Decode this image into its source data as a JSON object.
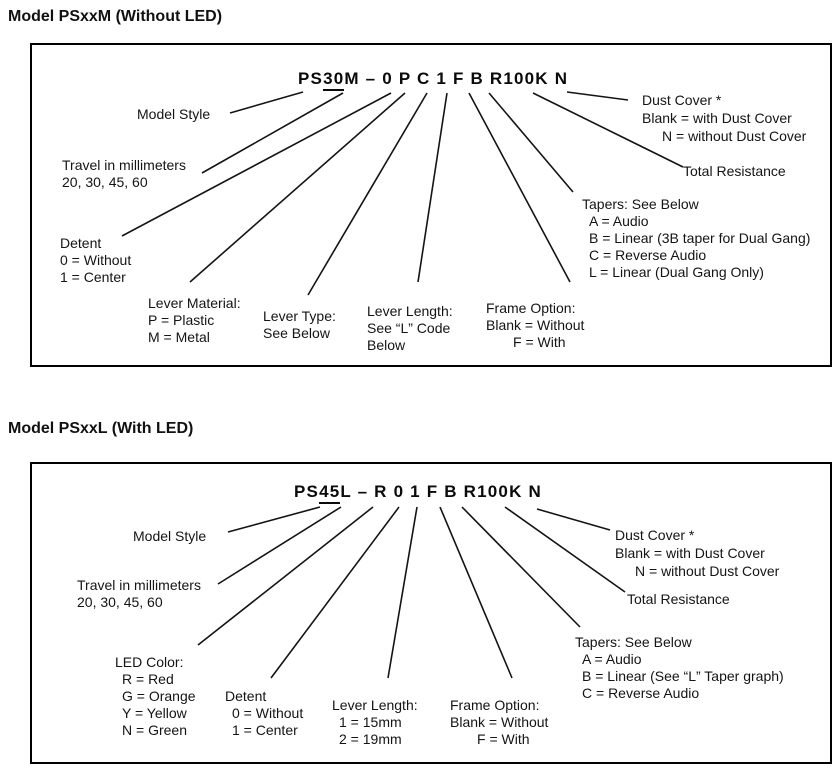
{
  "colors": {
    "ink": "#141414",
    "background": "#ffffff"
  },
  "box1": {
    "heading": "Model PSxxM (Without LED)",
    "part_number": {
      "prefix": "PS",
      "travel_code": "30",
      "suffix": "M – 0 P C 1 F B R100K N"
    },
    "labels": {
      "model_style": "Model Style",
      "travel": [
        "Travel in millimeters",
        "20, 30, 45, 60"
      ],
      "detent": [
        "Detent",
        "0 = Without",
        "1 = Center"
      ],
      "lever_material": [
        "Lever Material:",
        "P = Plastic",
        "M = Metal"
      ],
      "lever_type": [
        "Lever Type:",
        "See Below"
      ],
      "lever_length": [
        "Lever Length:",
        "See “L” Code",
        "Below"
      ],
      "frame_option": [
        "Frame Option:",
        "Blank = Without",
        "F = With"
      ],
      "tapers": [
        "Tapers: See Below",
        "A = Audio",
        "B = Linear (3B taper for Dual Gang)",
        "C = Reverse Audio",
        "L = Linear (Dual Gang Only)"
      ],
      "total_resistance": "Total Resistance",
      "dust_cover": [
        "Dust Cover *",
        "Blank = with Dust Cover",
        "N = without Dust Cover"
      ]
    }
  },
  "box2": {
    "heading": "Model PSxxL (With LED)",
    "part_number": {
      "prefix": "PS",
      "travel_code": "45",
      "suffix": "L – R 0 1 F B R100K N"
    },
    "labels": {
      "model_style": "Model Style",
      "travel": [
        "Travel in millimeters",
        "20, 30, 45, 60"
      ],
      "led_color": [
        "LED Color:",
        "R = Red",
        "G = Orange",
        "Y = Yellow",
        "N = Green"
      ],
      "detent": [
        "Detent",
        "0 = Without",
        "1 = Center"
      ],
      "lever_length": [
        "Lever Length:",
        "1 = 15mm",
        "2 = 19mm"
      ],
      "frame_option": [
        "Frame Option:",
        "Blank = Without",
        "F = With"
      ],
      "tapers": [
        "Tapers: See Below",
        "A = Audio",
        "B = Linear (See “L” Taper graph)",
        "C = Reverse Audio"
      ],
      "total_resistance": "Total Resistance",
      "dust_cover": [
        "Dust Cover *",
        "Blank = with Dust Cover",
        "N = without Dust Cover"
      ]
    }
  }
}
